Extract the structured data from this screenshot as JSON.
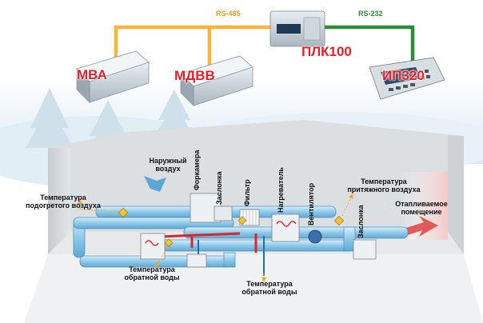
{
  "buses": {
    "rs485": "RS-485",
    "rs232": "RS-232"
  },
  "devices": {
    "mva": "МВА",
    "mdvv": "МДВВ",
    "plc": "ПЛК100",
    "panel": "ИП320"
  },
  "labels": {
    "outside_air": "Наружный воздух",
    "heated_air_temp": "Температура подогретого воздуха",
    "supply_air_temp": "Температура притяжного воздуха",
    "heated_room": "Отапливаемое помещение",
    "return_water_temp_left": "Температура обратной воды",
    "return_water_temp_center": "Температура обратной воды"
  },
  "components": {
    "prechamber": "Форкамера",
    "damper_left": "Заслонка",
    "filter": "Фильтр",
    "heater": "Нагреватель",
    "fan": "Вентилятор",
    "damper_right": "Заслонка"
  },
  "colors": {
    "rs485_line": "#f4b63c",
    "rs232_line": "#2f8a3a",
    "device_label": "#e8202a",
    "duct": "#8cc6e6",
    "hot_pipe": "#d8262c",
    "leader_arrow": "#f4a623"
  }
}
